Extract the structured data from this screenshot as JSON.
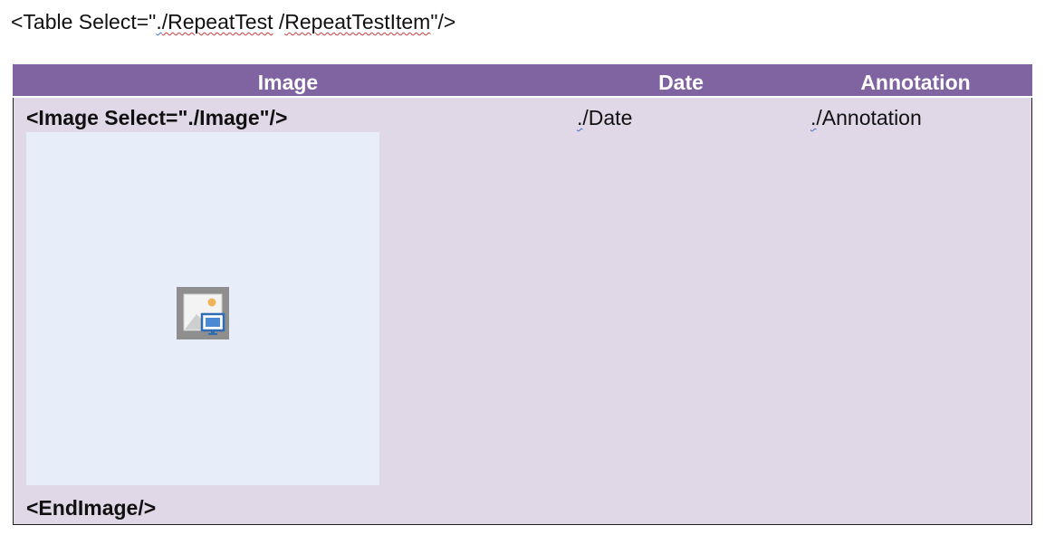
{
  "template_tag": {
    "prefix": "<Table Select=\"",
    "dot_part": ".",
    "path_part1": "/RepeatTest",
    "space_slash": " /",
    "path_part2": "RepeatTestItem",
    "suffix": "\"/>"
  },
  "table": {
    "headers": {
      "image": "Image",
      "date": "Date",
      "annotation": "Annotation"
    },
    "row": {
      "image_tag": "<Image Select=\"./Image\"/>",
      "end_image_tag": "<EndImage/>",
      "date_prefix": ".",
      "date_rest": "/Date",
      "annotation_prefix": ".",
      "annotation_rest": "/Annotation"
    },
    "colors": {
      "header_bg": "#8064a2",
      "body_bg": "#e0d7e7",
      "placeholder_bg": "#e7edf9"
    }
  },
  "placeholder": {
    "icon": "picture-placeholder-icon"
  }
}
